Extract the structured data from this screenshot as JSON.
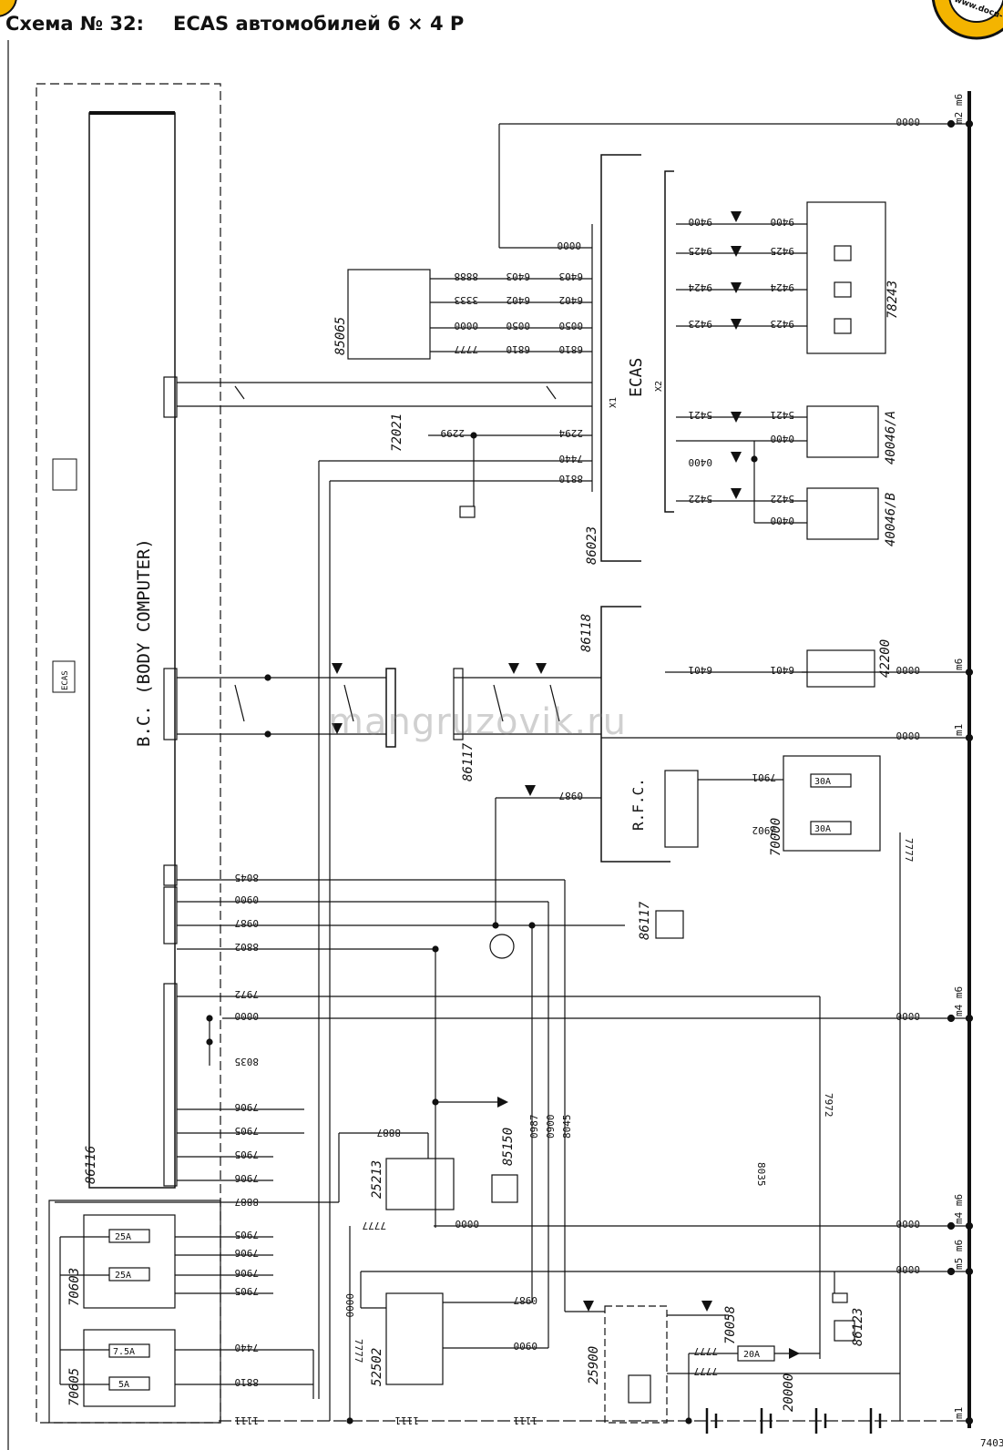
{
  "title": {
    "scheme_number": "Схема № 32:",
    "scheme_name": "ECAS автомобилей 6 × 4 P"
  },
  "watermark": "mangruzovik.ru",
  "logo_text": "www.docu-",
  "corner_code": "7403",
  "components": {
    "body_computer": {
      "code": "86116",
      "label": "B.C. (BODY COMPUTER)"
    },
    "body_computer_tags": [
      "ECAS"
    ],
    "ecas_unit": {
      "code": "86023",
      "label": "ECAS",
      "x1": "X1",
      "x2": "X2"
    },
    "switch_85065": "85065",
    "sensor_72021": "72021",
    "valve_78243": "78243",
    "sensor_40046a": "40046/A",
    "sensor_40046b": "40046/B",
    "icb_86118": "86118",
    "icb_86117": "86117",
    "rfc": "R.F.C.",
    "connector_42200": "42200",
    "fusebox_70000": "70000",
    "fuses_30a": [
      "30A",
      "30A"
    ],
    "sensor_86117b": "86117",
    "relay_25213": "25213",
    "relay_85150": "85150",
    "switch_52502": "52502",
    "starter_25900": "25900",
    "battery_70058": "70058",
    "battery_20000": "20000",
    "fuse_20a": "20A",
    "ground_86123": "86123",
    "fusebox_70603": {
      "code": "70603",
      "fuses": [
        "25A",
        "25A"
      ]
    },
    "fusebox_70605": {
      "code": "70605",
      "fuses": [
        "7.5A",
        "5A"
      ]
    }
  },
  "ground_points": [
    "m2 m6",
    "m6",
    "m1",
    "m4 m6",
    "m4 m6",
    "m5 m6",
    "m1"
  ],
  "wires": {
    "w0000": "0000",
    "w8888": "8888",
    "w3333": "3333",
    "w6403": "6403",
    "w6402": "6402",
    "w0050": "0050",
    "w7777": "7777",
    "w6810": "6810",
    "w2294": "2294",
    "w2299": "2299",
    "w7440": "7440",
    "w8810": "8810",
    "w9400": "9400",
    "w9425": "9425",
    "w9424": "9424",
    "w9423": "9423",
    "w5421": "5421",
    "w0400": "0400",
    "w5422": "5422",
    "w6401": "6401",
    "w7901": "7901",
    "w7902": "7902",
    "w0987": "0987",
    "w8045": "8045",
    "w0900": "0900",
    "w8802": "8802",
    "w7972": "7972",
    "w8035": "8035",
    "w7905": "7905",
    "w7906": "7906",
    "w8887": "8887",
    "w1111": "1111"
  }
}
